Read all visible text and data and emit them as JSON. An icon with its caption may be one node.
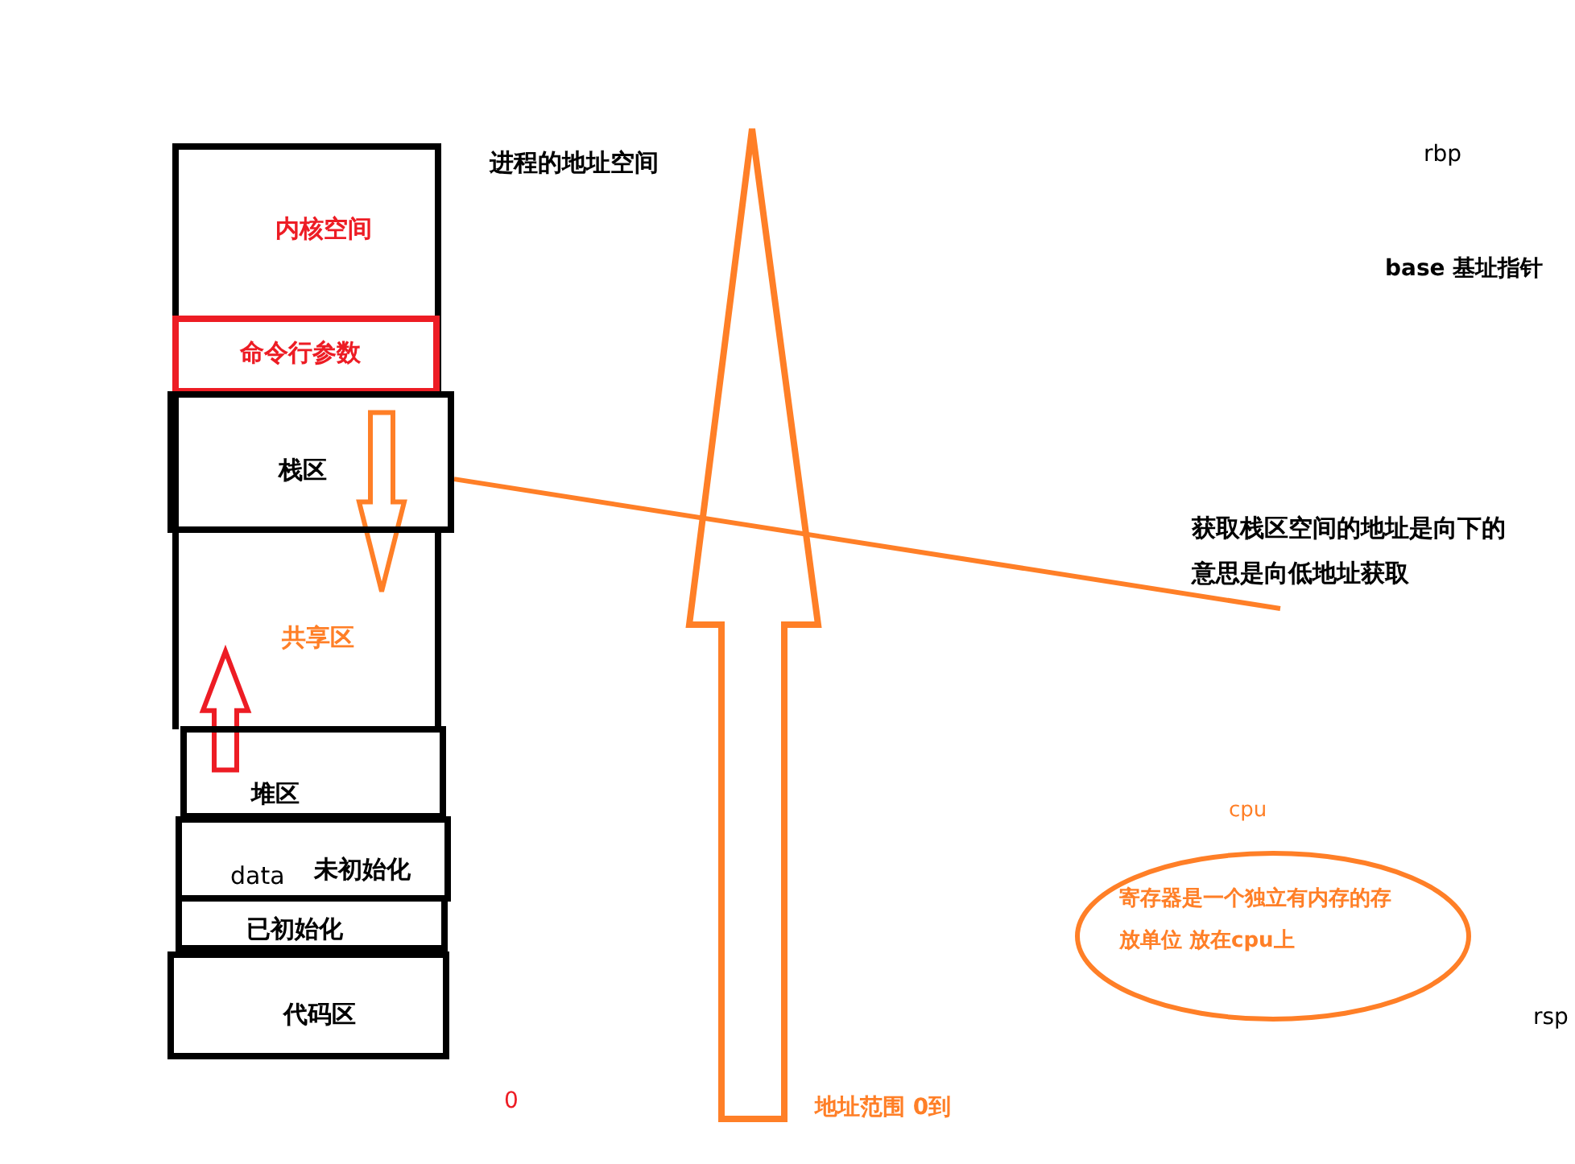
{
  "diagram": {
    "nodes": [
      {
        "text": [
          "内核空间"
        ]
      },
      {
        "text": [
          "命令行参数"
        ],
        "in": 0
      },
      {
        "text": [
          "栈区"
        ]
      },
      {
        "text": [
          "共享区"
        ]
      },
      {
        "text": [
          "堆区"
        ]
      },
      {
        "text": [
          "data",
          "未初始化"
        ]
      },
      {
        "text": [
          "已初始化"
        ]
      },
      {
        "text": [
          "代码区"
        ]
      },
      {
        "text": [
          "获取栈区空间的地址是向下的意思是向低地址获取"
        ]
      },
      {
        "text": [
          "寄存器是一个独立有内存的存放单位 放在cpu上"
        ],
        "beside": [
          "cpu"
        ]
      }
    ],
    "edges": [
      {
        "from": 2,
        "to": 8,
        "arrow": "none"
      },
      {
        "from": 2,
        "to": 3,
        "arrow": "to",
        "style": "thick"
      },
      {
        "from": 4,
        "to": 3,
        "arrow": "to",
        "style": "thick",
        "color": "#ed1c24"
      }
    ],
    "labels": [
      "进程的地址空间",
      "rbp",
      "base 基址指针",
      "rsp",
      "0",
      "地址范围 0到"
    ]
  }
}
